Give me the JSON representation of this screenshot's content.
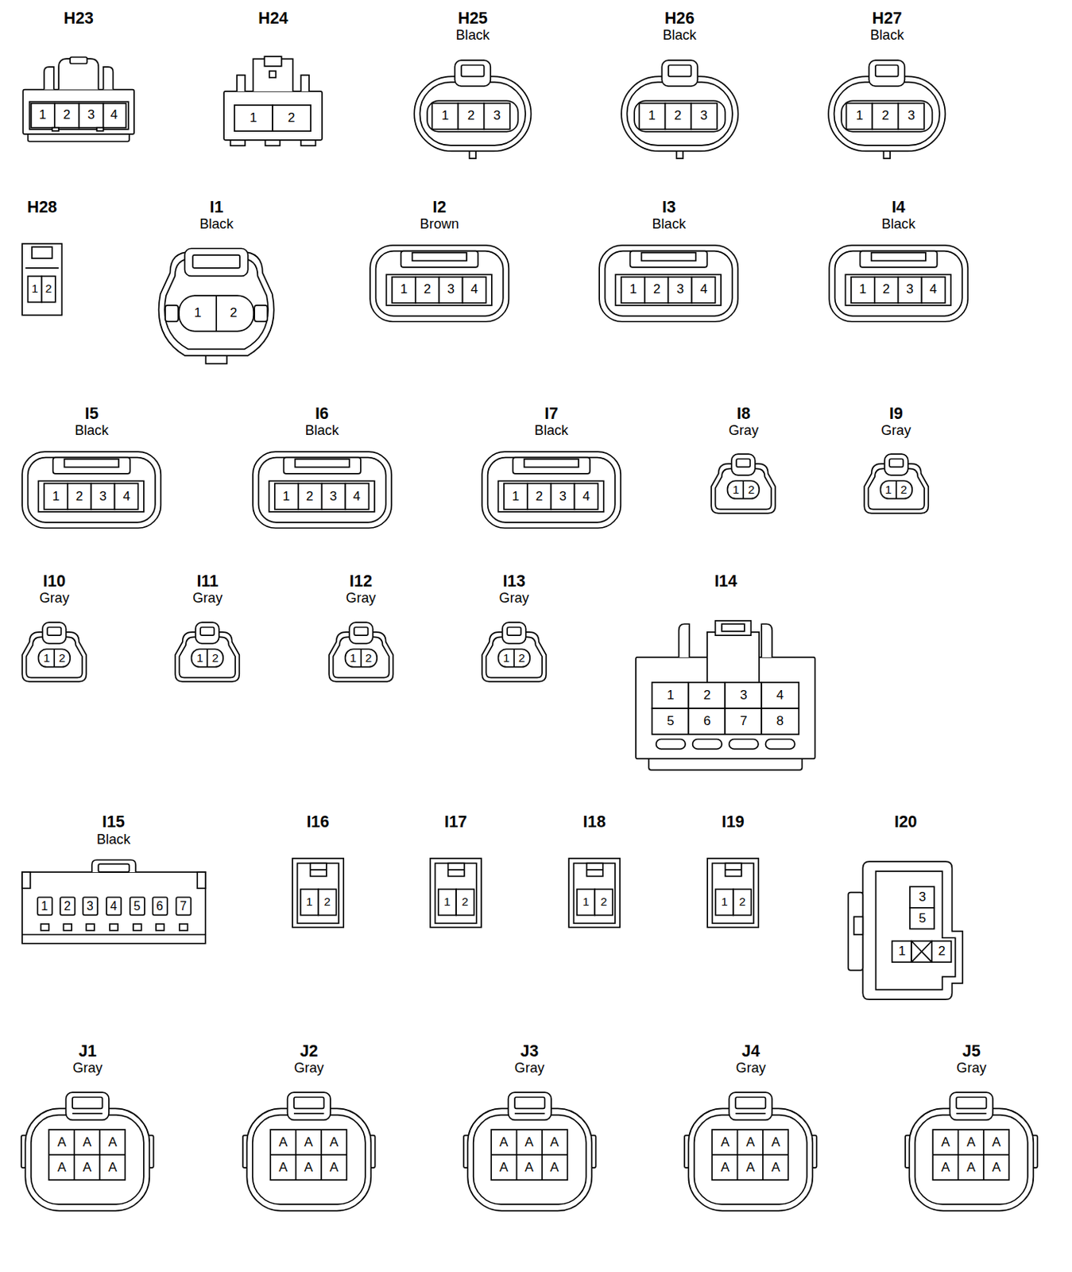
{
  "diagram": {
    "nodes": [
      {
        "text": [
          "H23",
          "1",
          "2",
          "3",
          "4"
        ]
      },
      {
        "text": [
          "H24",
          "1",
          "2"
        ]
      },
      {
        "text": [
          "H25",
          "Black",
          "1",
          "2",
          "3"
        ]
      },
      {
        "text": [
          "H26",
          "Black",
          "1",
          "2",
          "3"
        ]
      },
      {
        "text": [
          "H27",
          "Black",
          "1",
          "2",
          "3"
        ]
      },
      {
        "text": [
          "H28",
          "1",
          "2"
        ]
      },
      {
        "text": [
          "I1",
          "Black",
          "1",
          "2"
        ]
      },
      {
        "text": [
          "I2",
          "Brown",
          "1",
          "2",
          "3",
          "4"
        ]
      },
      {
        "text": [
          "I3",
          "Black",
          "1",
          "2",
          "3",
          "4"
        ]
      },
      {
        "text": [
          "I4",
          "Black",
          "1",
          "2",
          "3",
          "4"
        ]
      },
      {
        "text": [
          "I5",
          "Black",
          "1",
          "2",
          "3",
          "4"
        ]
      },
      {
        "text": [
          "I6",
          "Black",
          "1",
          "2",
          "3",
          "4"
        ]
      },
      {
        "text": [
          "I7",
          "Black",
          "1",
          "2",
          "3",
          "4"
        ]
      },
      {
        "text": [
          "I8",
          "Gray",
          "1",
          "2"
        ]
      },
      {
        "text": [
          "I9",
          "Gray",
          "1",
          "2"
        ]
      },
      {
        "text": [
          "I10",
          "Gray",
          "1",
          "2"
        ]
      },
      {
        "text": [
          "I11",
          "Gray",
          "1",
          "2"
        ]
      },
      {
        "text": [
          "I12",
          "Gray",
          "1",
          "2"
        ]
      },
      {
        "text": [
          "I13",
          "Gray",
          "1",
          "2"
        ]
      },
      {
        "text": [
          "I14",
          "1",
          "2",
          "3",
          "4",
          "5",
          "6",
          "7",
          "8"
        ]
      },
      {
        "text": [
          "I15",
          "Black",
          "1",
          "2",
          "3",
          "4",
          "5",
          "6",
          "7"
        ]
      },
      {
        "text": [
          "I16",
          "1",
          "2"
        ]
      },
      {
        "text": [
          "I17",
          "1",
          "2"
        ]
      },
      {
        "text": [
          "I18",
          "1",
          "2"
        ]
      },
      {
        "text": [
          "I19",
          "1",
          "2"
        ]
      },
      {
        "text": [
          "I20",
          "3",
          "5",
          "1",
          "2"
        ]
      },
      {
        "text": [
          "J1",
          "Gray",
          "A",
          "A",
          "A",
          "A",
          "A",
          "A"
        ]
      },
      {
        "text": [
          "J2",
          "Gray",
          "A",
          "A",
          "A",
          "A",
          "A",
          "A"
        ]
      },
      {
        "text": [
          "J3",
          "Gray",
          "A",
          "A",
          "A",
          "A",
          "A",
          "A"
        ]
      },
      {
        "text": [
          "J4",
          "Gray",
          "A",
          "A",
          "A",
          "A",
          "A",
          "A"
        ]
      },
      {
        "text": [
          "J5",
          "Gray",
          "A",
          "A",
          "A",
          "A",
          "A",
          "A"
        ]
      }
    ]
  }
}
